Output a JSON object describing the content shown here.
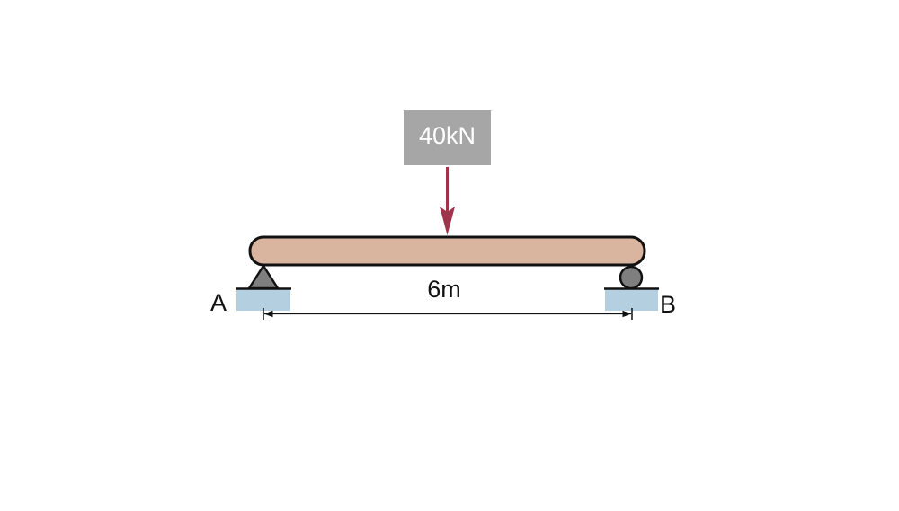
{
  "load": {
    "label": "40kN"
  },
  "span": {
    "label": "6m"
  },
  "supports": {
    "left_label": "A",
    "right_label": "B"
  },
  "colors": {
    "beam_fill": "#d9b49e",
    "outline": "#111111",
    "load_box": "#a6a6a6",
    "load_text": "#ffffff",
    "arrow": "#a0344a",
    "support_fill": "#7f7f7f",
    "ground_fill": "#b3cfe0",
    "text": "#111111"
  }
}
